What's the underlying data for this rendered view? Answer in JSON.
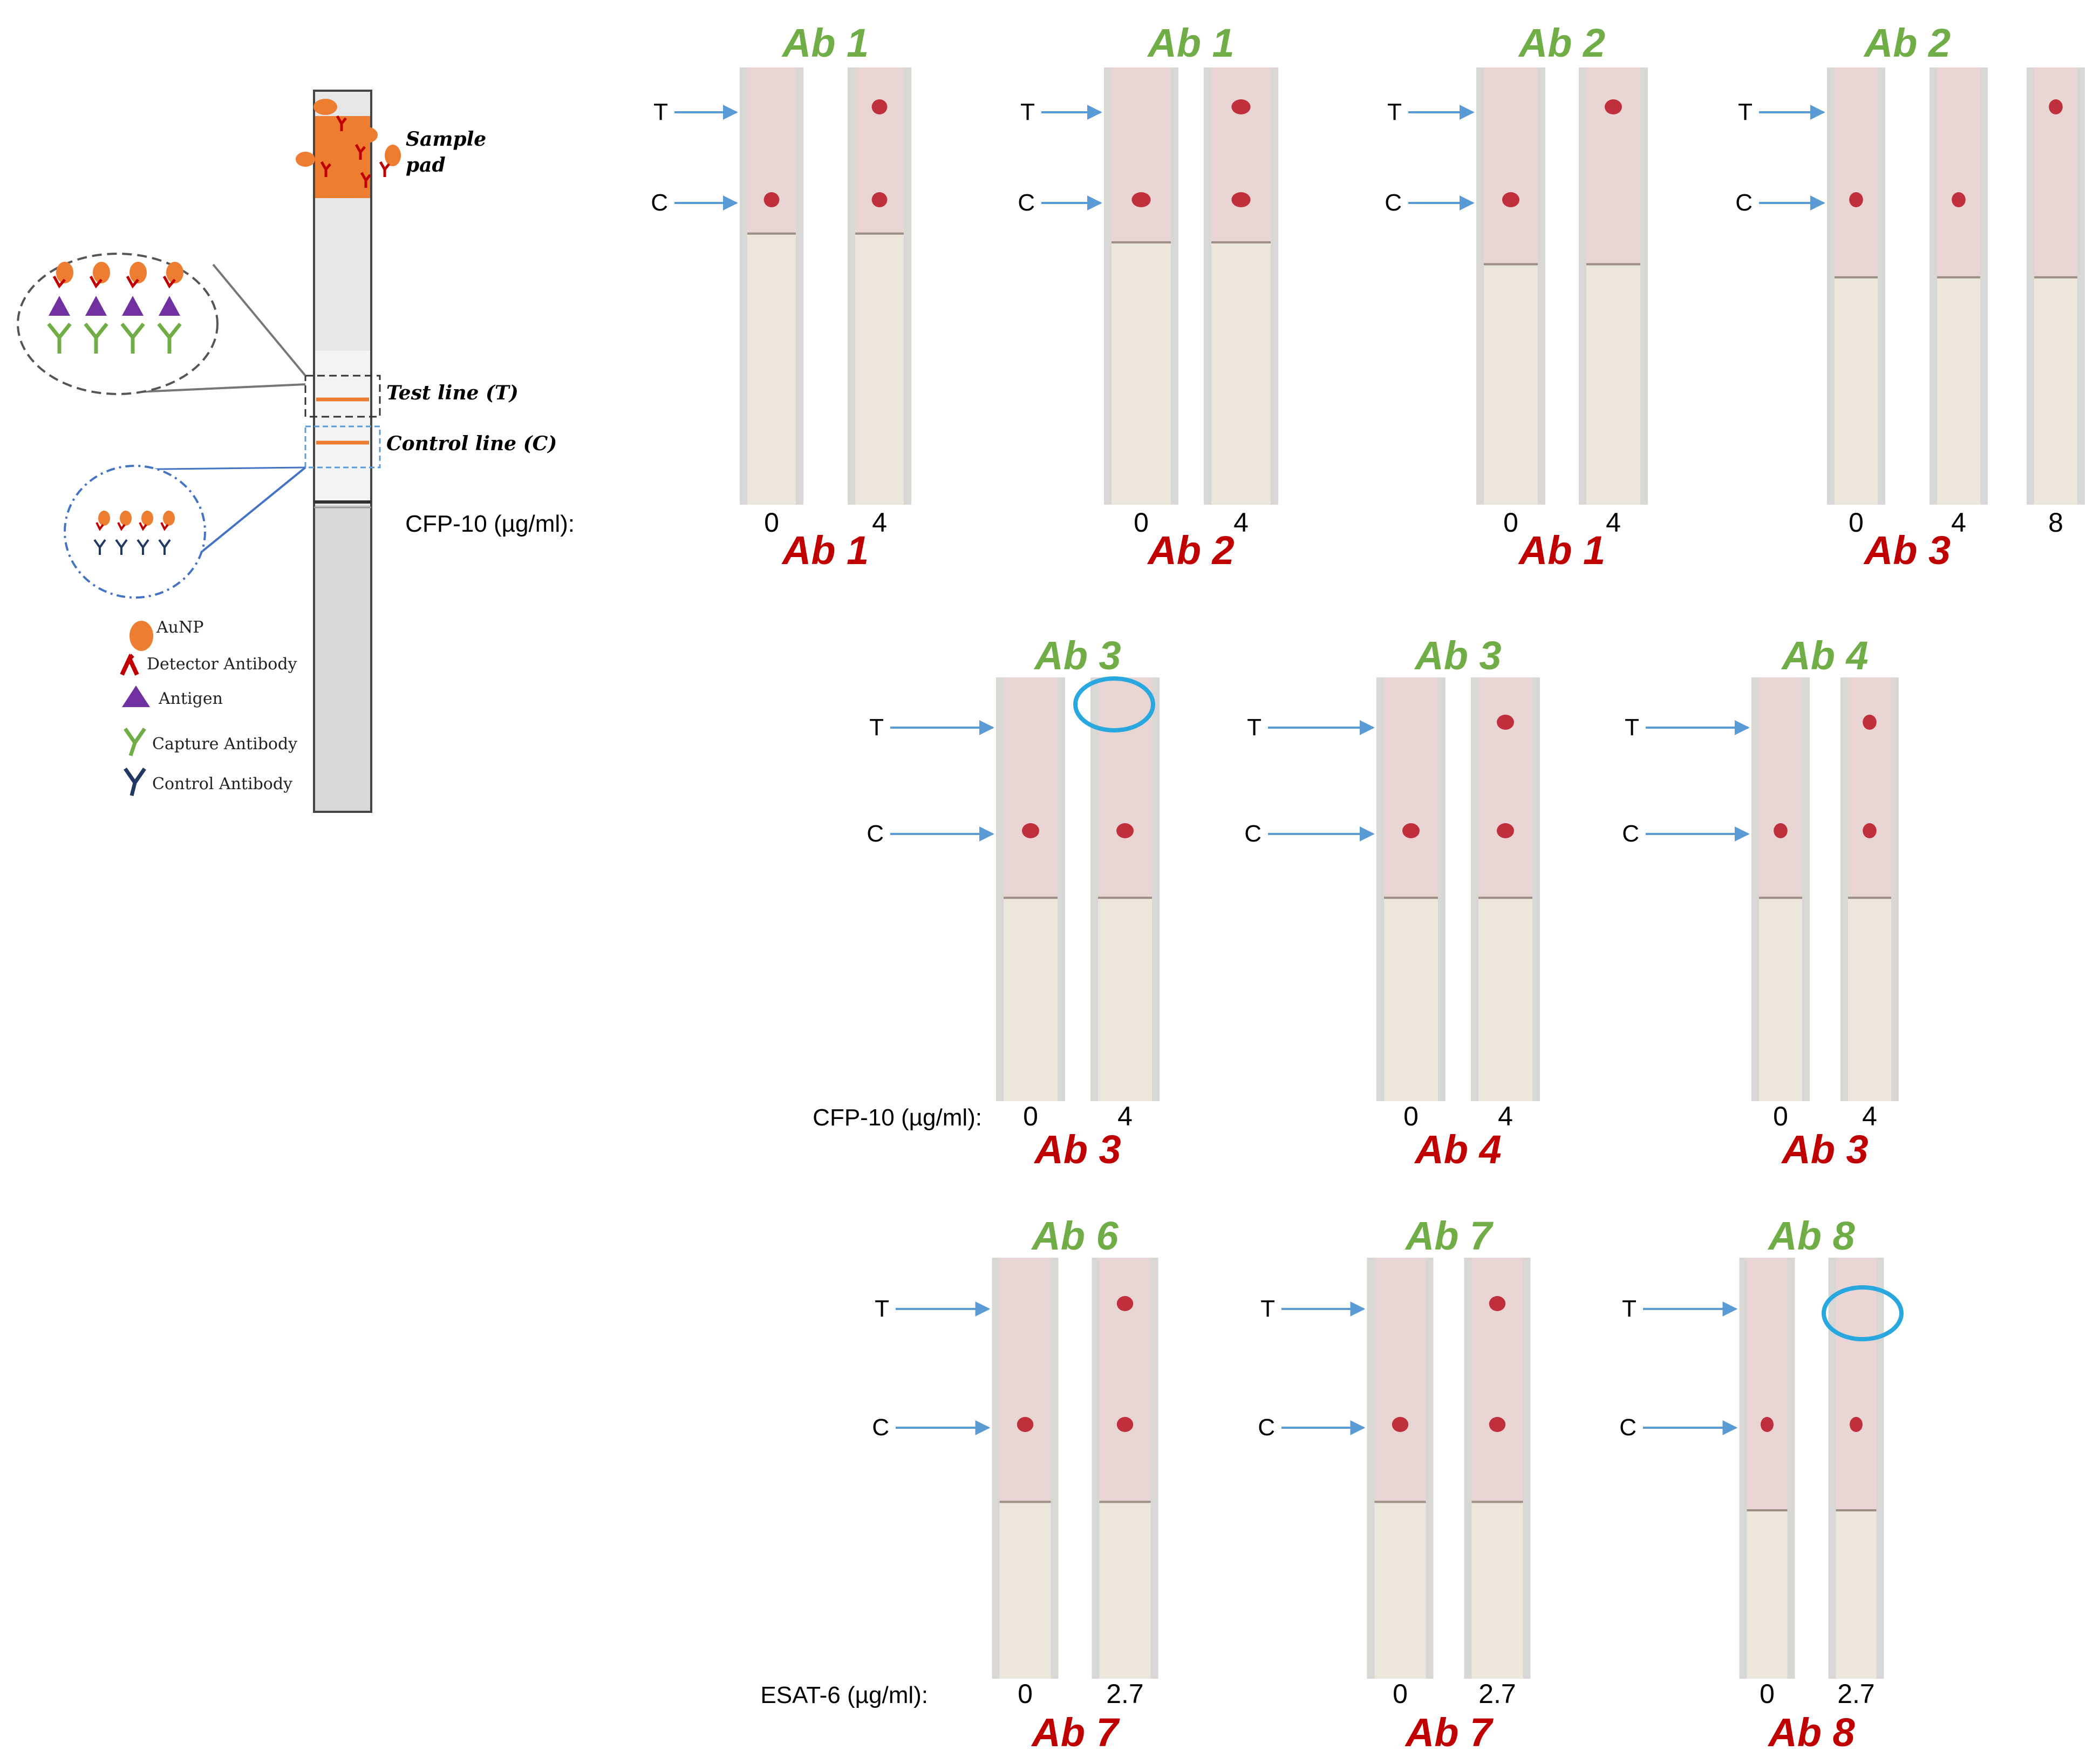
{
  "diagram": {
    "sample_pad_label": "Sample\npad",
    "test_line_label": "Test line (T)",
    "control_line_label": "Control line (C)",
    "legend": [
      "AuNP",
      "Detector Antibody",
      "Antigen",
      "Capture Antibody",
      "Control Antibody"
    ],
    "colors": {
      "aunp": "#ed7d31",
      "detector": "#c00000",
      "antigen": "#7030a0",
      "capture": "#70ad47",
      "control": "#1f3864",
      "line": "#ed7d31"
    }
  },
  "marker_labels": {
    "test": "T",
    "control": "C"
  },
  "strip_colors": {
    "pad": "#e9d6d4",
    "wick": "#ece6dc",
    "spot": "#c0303c",
    "highlight": "#29a8e0",
    "arrow": "#5b9bd5"
  },
  "rows": [
    {
      "axis_label": "CFP-10 (µg/ml):",
      "panels": [
        {
          "top_label": "Ab 1",
          "bottom_label": "Ab 1",
          "ticks": [
            "0",
            "4"
          ],
          "highlight": false,
          "strips": [
            {
              "test_spot": false,
              "control_spot": true
            },
            {
              "test_spot": true,
              "control_spot": true
            }
          ]
        },
        {
          "top_label": "Ab 1",
          "bottom_label": "Ab 2",
          "ticks": [
            "0",
            "4"
          ],
          "highlight": false,
          "strips": [
            {
              "test_spot": false,
              "control_spot": true
            },
            {
              "test_spot": true,
              "control_spot": true
            }
          ]
        },
        {
          "top_label": "Ab 2",
          "bottom_label": "Ab 1",
          "ticks": [
            "0",
            "4"
          ],
          "highlight": false,
          "strips": [
            {
              "test_spot": false,
              "control_spot": true
            },
            {
              "test_spot": true,
              "control_spot": false
            }
          ]
        },
        {
          "top_label": "Ab 2",
          "bottom_label": "Ab 3",
          "ticks": [
            "0",
            "4",
            "8"
          ],
          "highlight": false,
          "strips": [
            {
              "test_spot": false,
              "control_spot": true
            },
            {
              "test_spot": false,
              "control_spot": true
            },
            {
              "test_spot": true,
              "control_spot": false
            }
          ]
        }
      ]
    },
    {
      "axis_label": "CFP-10 (µg/ml):",
      "panels": [
        {
          "top_label": "Ab 3",
          "bottom_label": "Ab 3",
          "ticks": [
            "0",
            "4"
          ],
          "highlight": true,
          "strips": [
            {
              "test_spot": false,
              "control_spot": true
            },
            {
              "test_spot": false,
              "control_spot": true
            }
          ]
        },
        {
          "top_label": "Ab 3",
          "bottom_label": "Ab 4",
          "ticks": [
            "0",
            "4"
          ],
          "highlight": false,
          "strips": [
            {
              "test_spot": false,
              "control_spot": true
            },
            {
              "test_spot": true,
              "control_spot": true
            }
          ]
        },
        {
          "top_label": "Ab 4",
          "bottom_label": "Ab 3",
          "ticks": [
            "0",
            "4"
          ],
          "highlight": false,
          "strips": [
            {
              "test_spot": false,
              "control_spot": true
            },
            {
              "test_spot": true,
              "control_spot": true
            }
          ]
        }
      ]
    },
    {
      "axis_label": "ESAT-6 (µg/ml):",
      "panels": [
        {
          "top_label": "Ab 6",
          "bottom_label": "Ab 7",
          "ticks": [
            "0",
            "2.7"
          ],
          "highlight": false,
          "strips": [
            {
              "test_spot": false,
              "control_spot": true
            },
            {
              "test_spot": true,
              "control_spot": true
            }
          ]
        },
        {
          "top_label": "Ab 7",
          "bottom_label": "Ab 7",
          "ticks": [
            "0",
            "2.7"
          ],
          "highlight": false,
          "strips": [
            {
              "test_spot": false,
              "control_spot": true
            },
            {
              "test_spot": true,
              "control_spot": true
            }
          ]
        },
        {
          "top_label": "Ab 8",
          "bottom_label": "Ab 8",
          "ticks": [
            "0",
            "2.7"
          ],
          "highlight": true,
          "strips": [
            {
              "test_spot": false,
              "control_spot": true
            },
            {
              "test_spot": false,
              "control_spot": true
            }
          ]
        }
      ]
    }
  ]
}
